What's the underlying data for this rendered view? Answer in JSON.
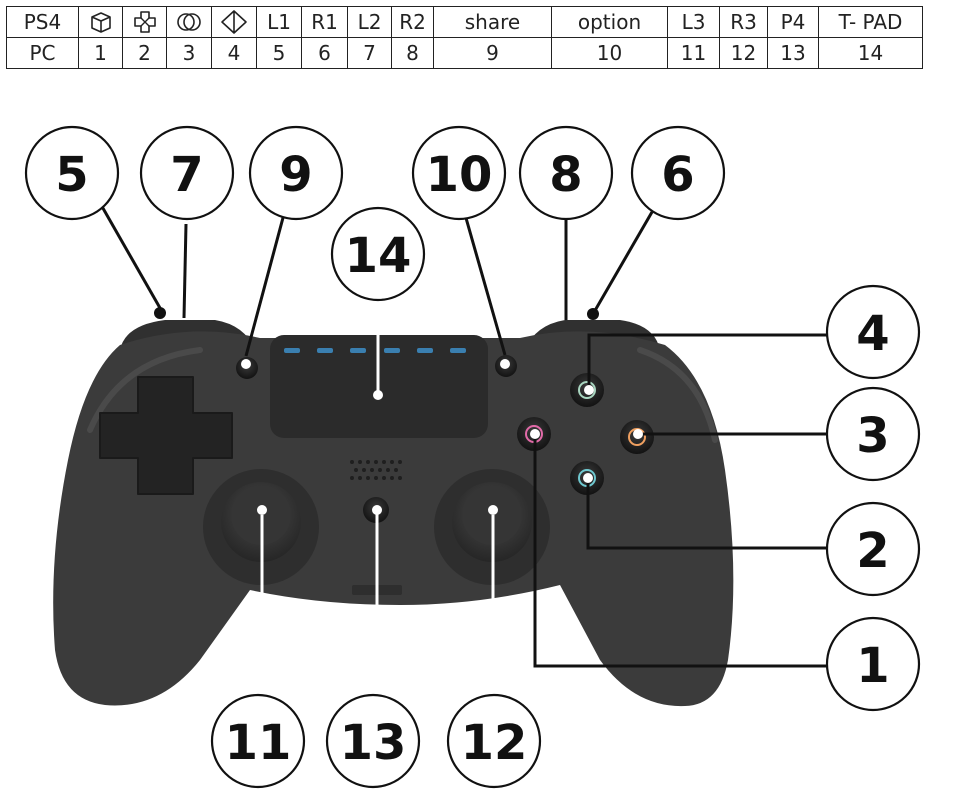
{
  "mapping_table": {
    "rows": [
      {
        "label": "PS4",
        "cells": [
          {
            "icon": "cube-icon"
          },
          {
            "icon": "cross-pattern-icon"
          },
          {
            "icon": "double-circle-icon"
          },
          {
            "icon": "diamond-icon"
          },
          {
            "text": "L1"
          },
          {
            "text": "R1"
          },
          {
            "text": "L2"
          },
          {
            "text": "R2"
          },
          {
            "text": "share"
          },
          {
            "text": "option"
          },
          {
            "text": "L3"
          },
          {
            "text": "R3"
          },
          {
            "text": "P4"
          },
          {
            "text": "T- PAD"
          }
        ]
      },
      {
        "label": "PC",
        "cells": [
          {
            "text": "1"
          },
          {
            "text": "2"
          },
          {
            "text": "3"
          },
          {
            "text": "4"
          },
          {
            "text": "5"
          },
          {
            "text": "6"
          },
          {
            "text": "7"
          },
          {
            "text": "8"
          },
          {
            "text": "9"
          },
          {
            "text": "10"
          },
          {
            "text": "11"
          },
          {
            "text": "12"
          },
          {
            "text": "13"
          },
          {
            "text": "14"
          }
        ]
      }
    ]
  },
  "callouts": {
    "c5": "5",
    "c7": "7",
    "c9": "9",
    "c10": "10",
    "c8": "8",
    "c6": "6",
    "c14": "14",
    "c4": "4",
    "c3": "3",
    "c2": "2",
    "c1": "1",
    "c11": "11",
    "c13": "13",
    "c12": "12"
  },
  "controller": {
    "body_color": "#3b3b3b",
    "highlight_color": "#555555",
    "lightbar_color": "#3a7fb0",
    "button_colors": {
      "square": "#e26aa8",
      "triangle": "#a9d6c0",
      "circle": "#f0a060",
      "cross": "#6fc9d0"
    }
  }
}
